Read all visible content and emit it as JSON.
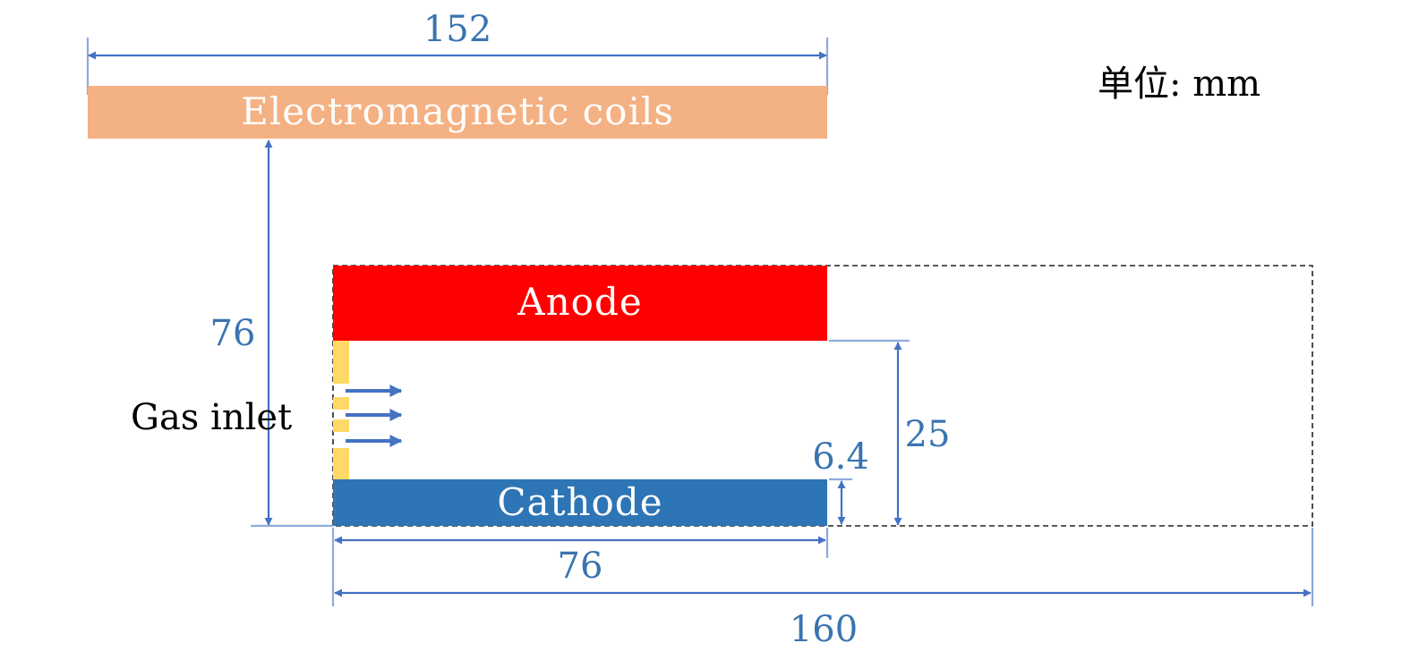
{
  "colors": {
    "coil": "#f4b183",
    "anode": "#ff0000",
    "cathode": "#2e75b6",
    "gas_inlet": "#ffd966",
    "dimension": "#4472c4",
    "extension": "#8faadc",
    "dim_text": "#3a74b0"
  },
  "labels": {
    "coils": "Electromagnetic coils",
    "anode": "Anode",
    "cathode": "Cathode",
    "gas_inlet": "Gas inlet",
    "unit": "单位: mm"
  },
  "dimensions": {
    "coil_length": "152",
    "coil_height": "76",
    "channel_width": "25",
    "cathode_thickness": "6.4",
    "electrode_length": "76",
    "domain_length": "160"
  }
}
